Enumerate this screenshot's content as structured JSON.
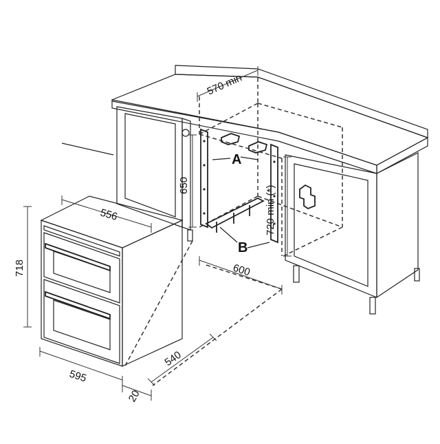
{
  "dimensions": {
    "cabinet_depth_min": "570 min",
    "cabinet_height": "650",
    "recess_height_min": "720 min (*)",
    "recess_width": "600",
    "oven_width_top": "556",
    "oven_height": "718",
    "oven_depth": "540",
    "oven_width_front": "595",
    "door_offset": "20"
  },
  "labels": {
    "bracket_a": "A",
    "bracket_b": "B"
  },
  "colors": {
    "counter_top": "#dcdcdc",
    "counter_front": "#cfcfcf",
    "cabinet_panel": "#e6e6e6",
    "oven_body": "#d3d3d3",
    "oven_front": "#e9e9e9"
  }
}
